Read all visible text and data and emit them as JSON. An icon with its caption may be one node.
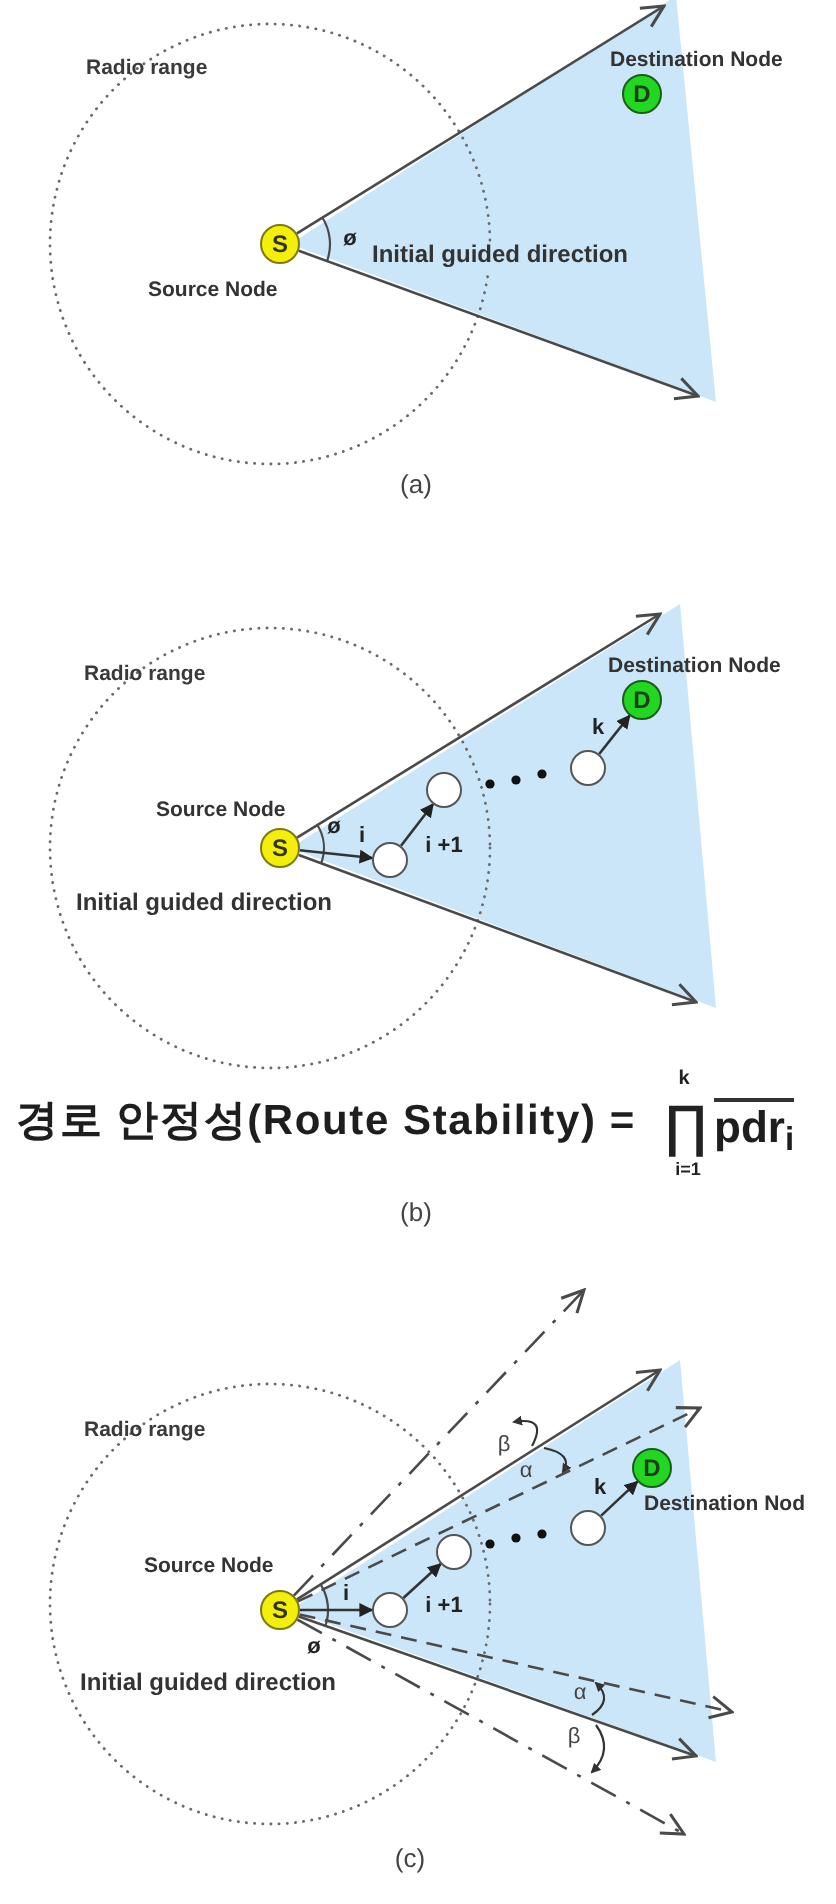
{
  "diagram": {
    "nodes": [
      {
        "text": [
          "S"
        ],
        "beside": [
          "Source Node"
        ]
      },
      {
        "text": [
          "D"
        ],
        "beside": [
          "Destination Node"
        ]
      },
      {
        "text": [
          "S"
        ],
        "beside": [
          "Source Node"
        ]
      },
      {
        "text": [],
        "shape": "circle"
      },
      {
        "text": [],
        "shape": "circle"
      },
      {
        "text": [],
        "shape": "circle"
      },
      {
        "text": [
          "D"
        ],
        "beside": [
          "Destination Node"
        ]
      },
      {
        "text": [
          "S"
        ],
        "beside": [
          "Source Node"
        ]
      },
      {
        "text": [],
        "shape": "circle"
      },
      {
        "text": [],
        "shape": "circle"
      },
      {
        "text": [],
        "shape": "circle"
      },
      {
        "text": [
          "D"
        ],
        "beside": [
          "Destination Nod"
        ]
      }
    ],
    "edges": [
      {
        "from": 2,
        "to": 3,
        "arrow": "to",
        "label": "i"
      },
      {
        "from": 3,
        "to": 4,
        "arrow": "to",
        "label": "i +1"
      },
      {
        "from": 5,
        "to": 6,
        "arrow": "to",
        "label": "k"
      },
      {
        "from": 7,
        "to": 8,
        "arrow": "to",
        "label": "i"
      },
      {
        "from": 8,
        "to": 9,
        "arrow": "to",
        "label": "i +1"
      },
      {
        "from": 10,
        "to": 11,
        "arrow": "to",
        "label": "k"
      }
    ],
    "labels": [
      "Radio range",
      "ø",
      "Initial guided direction",
      "(a)",
      "Radio range",
      "ø",
      "Initial guided direction",
      "경로 안정성(Route Stability) =",
      "k",
      "∏",
      "i=1",
      "pdr$_{i}$",
      "(b)",
      "Radio range",
      "β",
      "α",
      "ø",
      "Initial guided direction",
      "α",
      "β",
      "(c)"
    ]
  }
}
